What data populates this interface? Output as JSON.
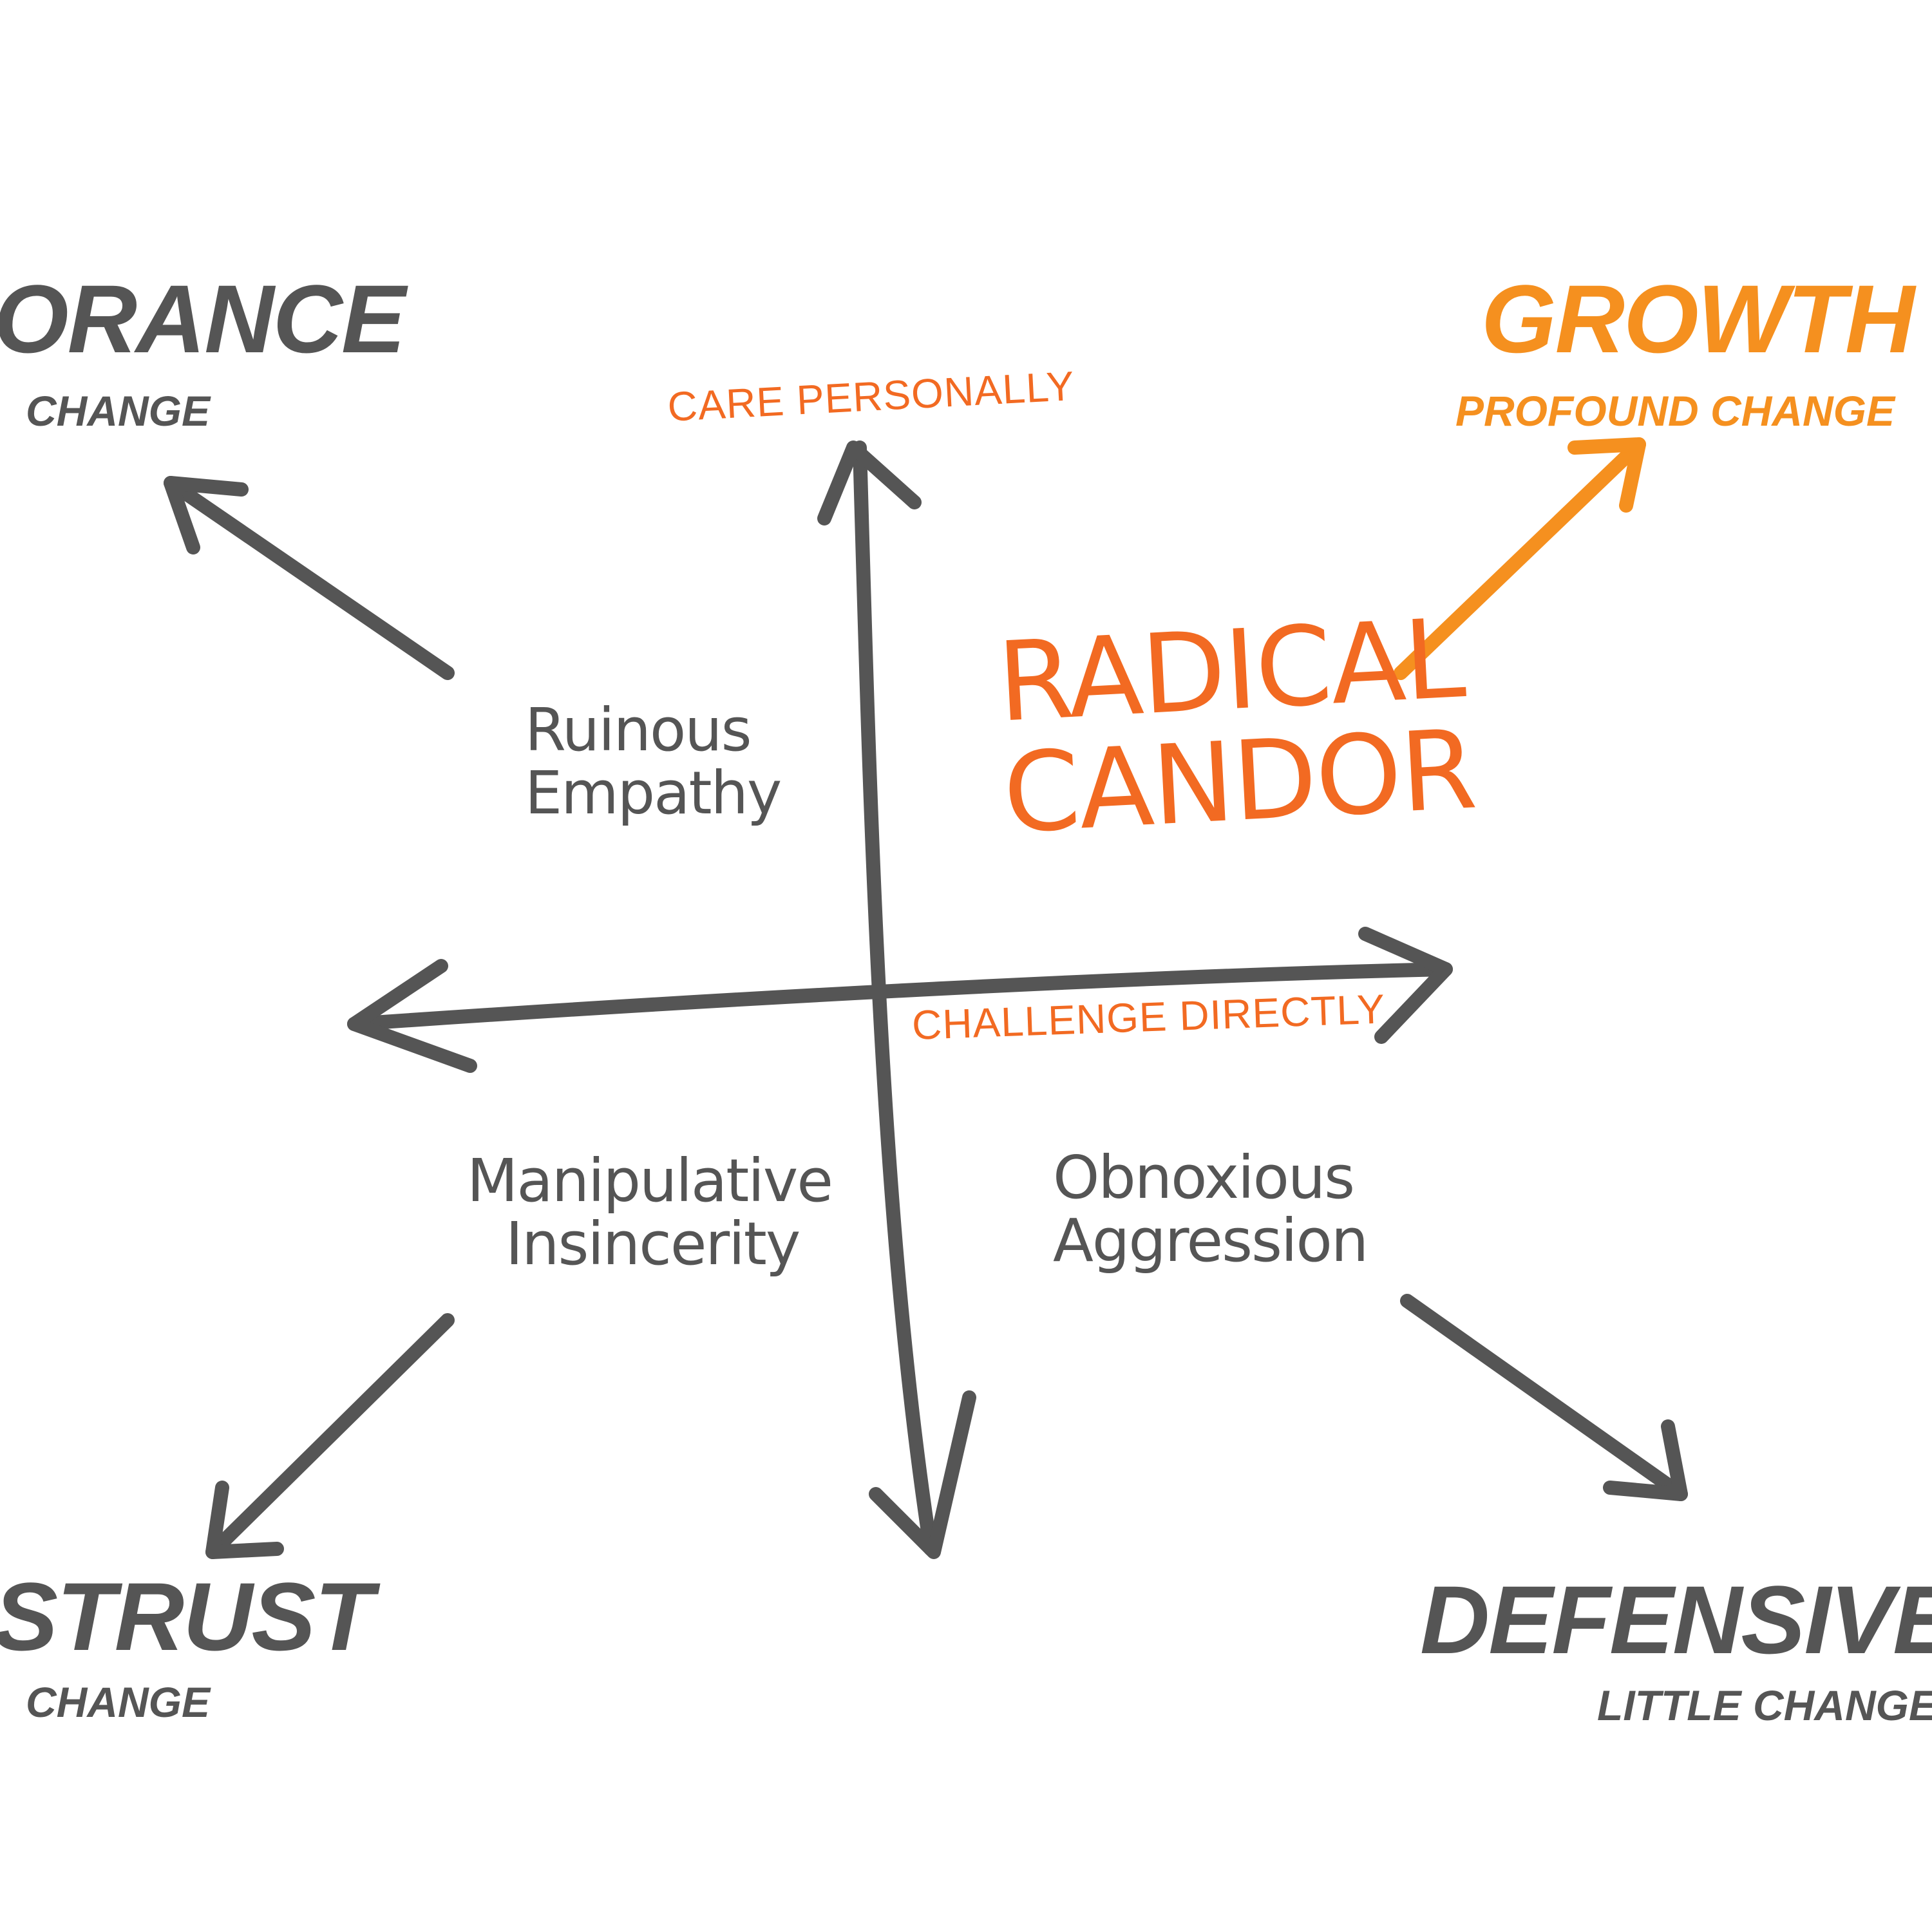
{
  "colors": {
    "ink": "#555555",
    "accent": "#f26a22",
    "growth": "#f5901f"
  },
  "axes": {
    "vertical_label": "CARE PERSONALLY",
    "horizontal_label": "CHALLENGE DIRECTLY"
  },
  "quadrants": {
    "ruinous_empathy": [
      "Ruinous",
      "Empathy"
    ],
    "radical_candor": [
      "RADICAL",
      "CANDOR"
    ],
    "manipulative_insincerity": [
      "Manipulative",
      "Insincerity"
    ],
    "obnoxious_aggression": [
      "Obnoxious",
      "Aggression"
    ]
  },
  "outcomes": {
    "ignorance": {
      "title": "ORANCE",
      "subtitle": "CHANGE"
    },
    "growth": {
      "title": "GROWTH",
      "subtitle": "PROFOUND CHANGE"
    },
    "distrust": {
      "title": "STRUST",
      "subtitle": "CHANGE"
    },
    "defensiveness": {
      "title": "DEFENSIVEN",
      "subtitle": "LITTLE CHANGE"
    }
  }
}
